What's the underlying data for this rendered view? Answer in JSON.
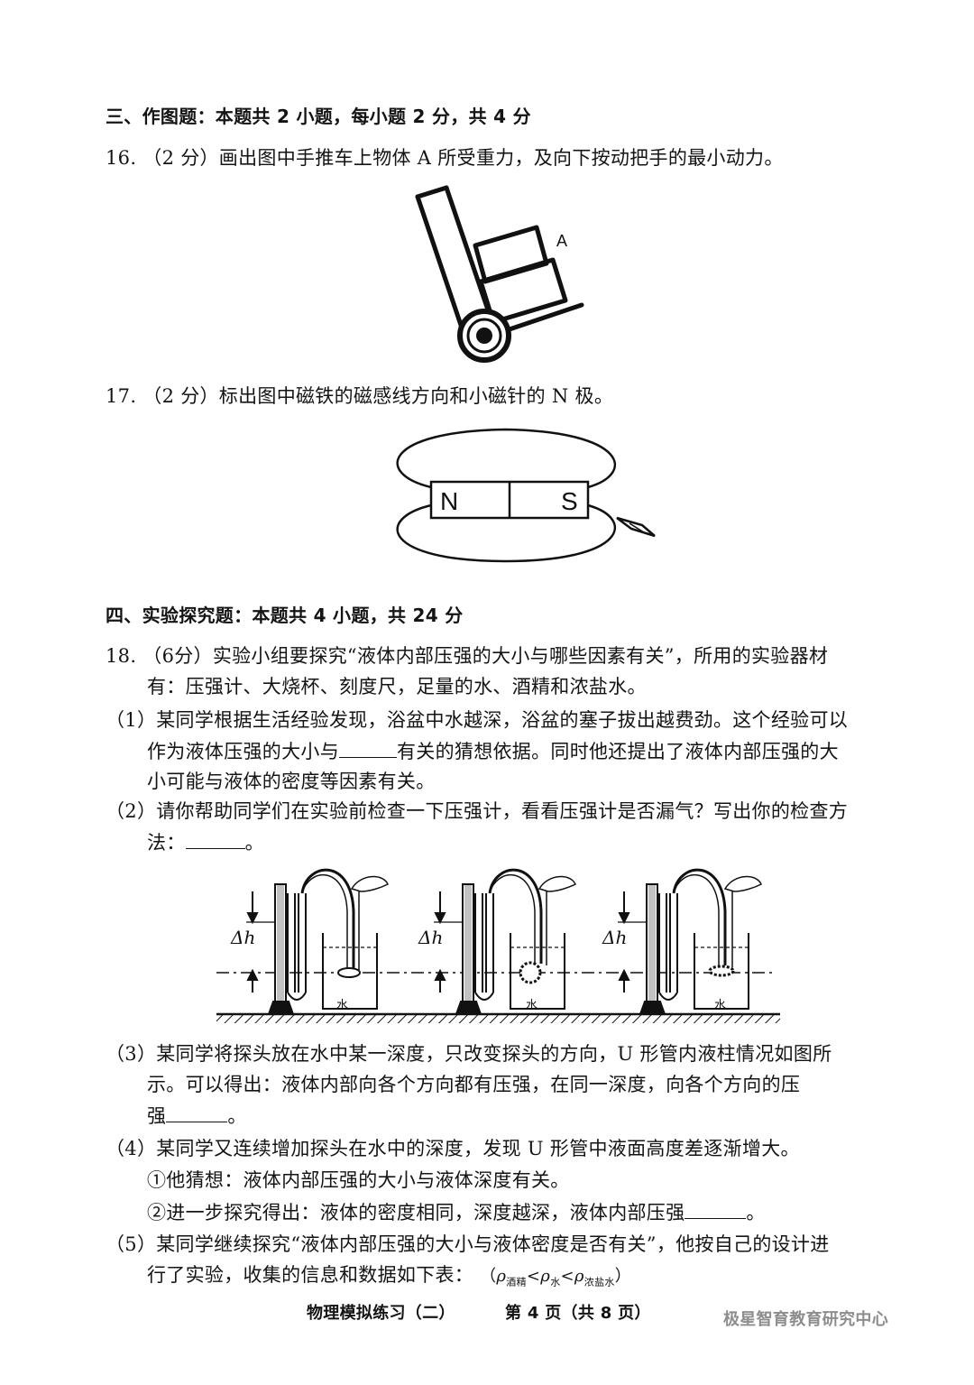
{
  "section3": {
    "heading": "三、作图题：本题共 2 小题，每小题 2 分，共 4 分"
  },
  "q16": {
    "text": "16. （2 分）画出图中手推车上物体 A 所受重力，及向下按动把手的最小动力。",
    "figure_label": "A"
  },
  "q17": {
    "text": "17. （2 分）标出图中磁铁的磁感线方向和小磁针的 N 极。",
    "magnet_n": "N",
    "magnet_s": "S"
  },
  "section4": {
    "heading": "四、实验探究题：本题共 4 小题，共 24 分"
  },
  "q18": {
    "intro_line1": "18. （6分）实验小组要探究“液体内部压强的大小与哪些因素有关”，所用的实验器材",
    "intro_line2": "有：压强计、大烧杯、刻度尺，足量的水、酒精和浓盐水。",
    "p1_line1": "（1）某同学根据生活经验发现，浴盆中水越深，浴盆的塞子拔出越费劲。这个经验可以",
    "p1_line2_pre": "作为液体压强的大小与",
    "p1_line2_post": "有关的猜想依据。同时他还提出了液体内部压强的大",
    "p1_line3": "小可能与液体的密度等因素有关。",
    "p2_line1": "（2）请你帮助同学们在实验前检查一下压强计，看看压强计是否漏气？写出你的检查方",
    "p2_line2_pre": "法：",
    "p2_line2_post": "。",
    "figure": {
      "delta_h": "Δh",
      "liquid": "水"
    },
    "p3_line1": "（3）某同学将探头放在水中某一深度，只改变探头的方向，U 形管内液柱情况如图所",
    "p3_line2": "示。可以得出：液体内部向各个方向都有压强，在同一深度，向各个方向的压",
    "p3_line3_pre": "强",
    "p3_line3_post": "。",
    "p4_line1": "（4）某同学又连续增加探头在水中的深度，发现 U 形管中液面高度差逐渐增大。",
    "p4_line2": "①他猜想：液体内部压强的大小与液体深度有关。",
    "p4_line3_pre": "②进一步探究得出：液体的密度相同，深度越深，液体内部压强",
    "p4_line3_post": "。",
    "p5_line1": "（5）某同学继续探究“液体内部压强的大小与液体密度是否有关”，他按自己的设计进",
    "p5_line2": "行了实验，收集的信息和数据如下表：",
    "p5_formula": {
      "open": "（",
      "rho": "ρ",
      "sub1": "酒精",
      "lt": "<",
      "sub2": "水",
      "sub3": "浓盐水",
      "close": "）"
    }
  },
  "footer": {
    "title": "物理模拟练习（二）",
    "page": "第 4 页（共 8 页）",
    "brand": "极星智育教育研究中心"
  }
}
